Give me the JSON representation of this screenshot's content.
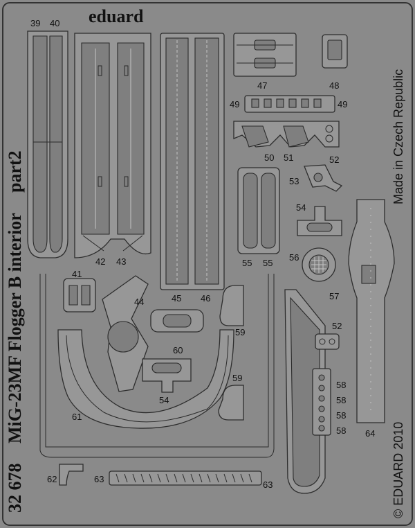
{
  "brand": "eduard",
  "side_left": {
    "kit_number": "32 678",
    "title": "MiG-23MF Flogger B interior",
    "part": "part2"
  },
  "side_right": {
    "made_in": "Made in Czech Republic",
    "copyright": "© EDUARD 2010"
  },
  "part_numbers": {
    "p39": "39",
    "p40": "40",
    "p41": "41",
    "p42": "42",
    "p43": "43",
    "p44": "44",
    "p45": "45",
    "p46": "46",
    "p47": "47",
    "p48": "48",
    "p49a": "49",
    "p49b": "49",
    "p50": "50",
    "p51": "51",
    "p52a": "52",
    "p52b": "52",
    "p53": "53",
    "p54a": "54",
    "p54b": "54",
    "p55a": "55",
    "p55b": "55",
    "p56": "56",
    "p57": "57",
    "p58a": "58",
    "p58b": "58",
    "p58c": "58",
    "p58d": "58",
    "p59a": "59",
    "p59b": "59",
    "p60": "60",
    "p61": "61",
    "p62": "62",
    "p63a": "63",
    "p63b": "63",
    "p64": "64"
  },
  "colors": {
    "fret_background": "#8a8a8a",
    "part_fill": "#979797",
    "outline": "#2d2d2d"
  }
}
